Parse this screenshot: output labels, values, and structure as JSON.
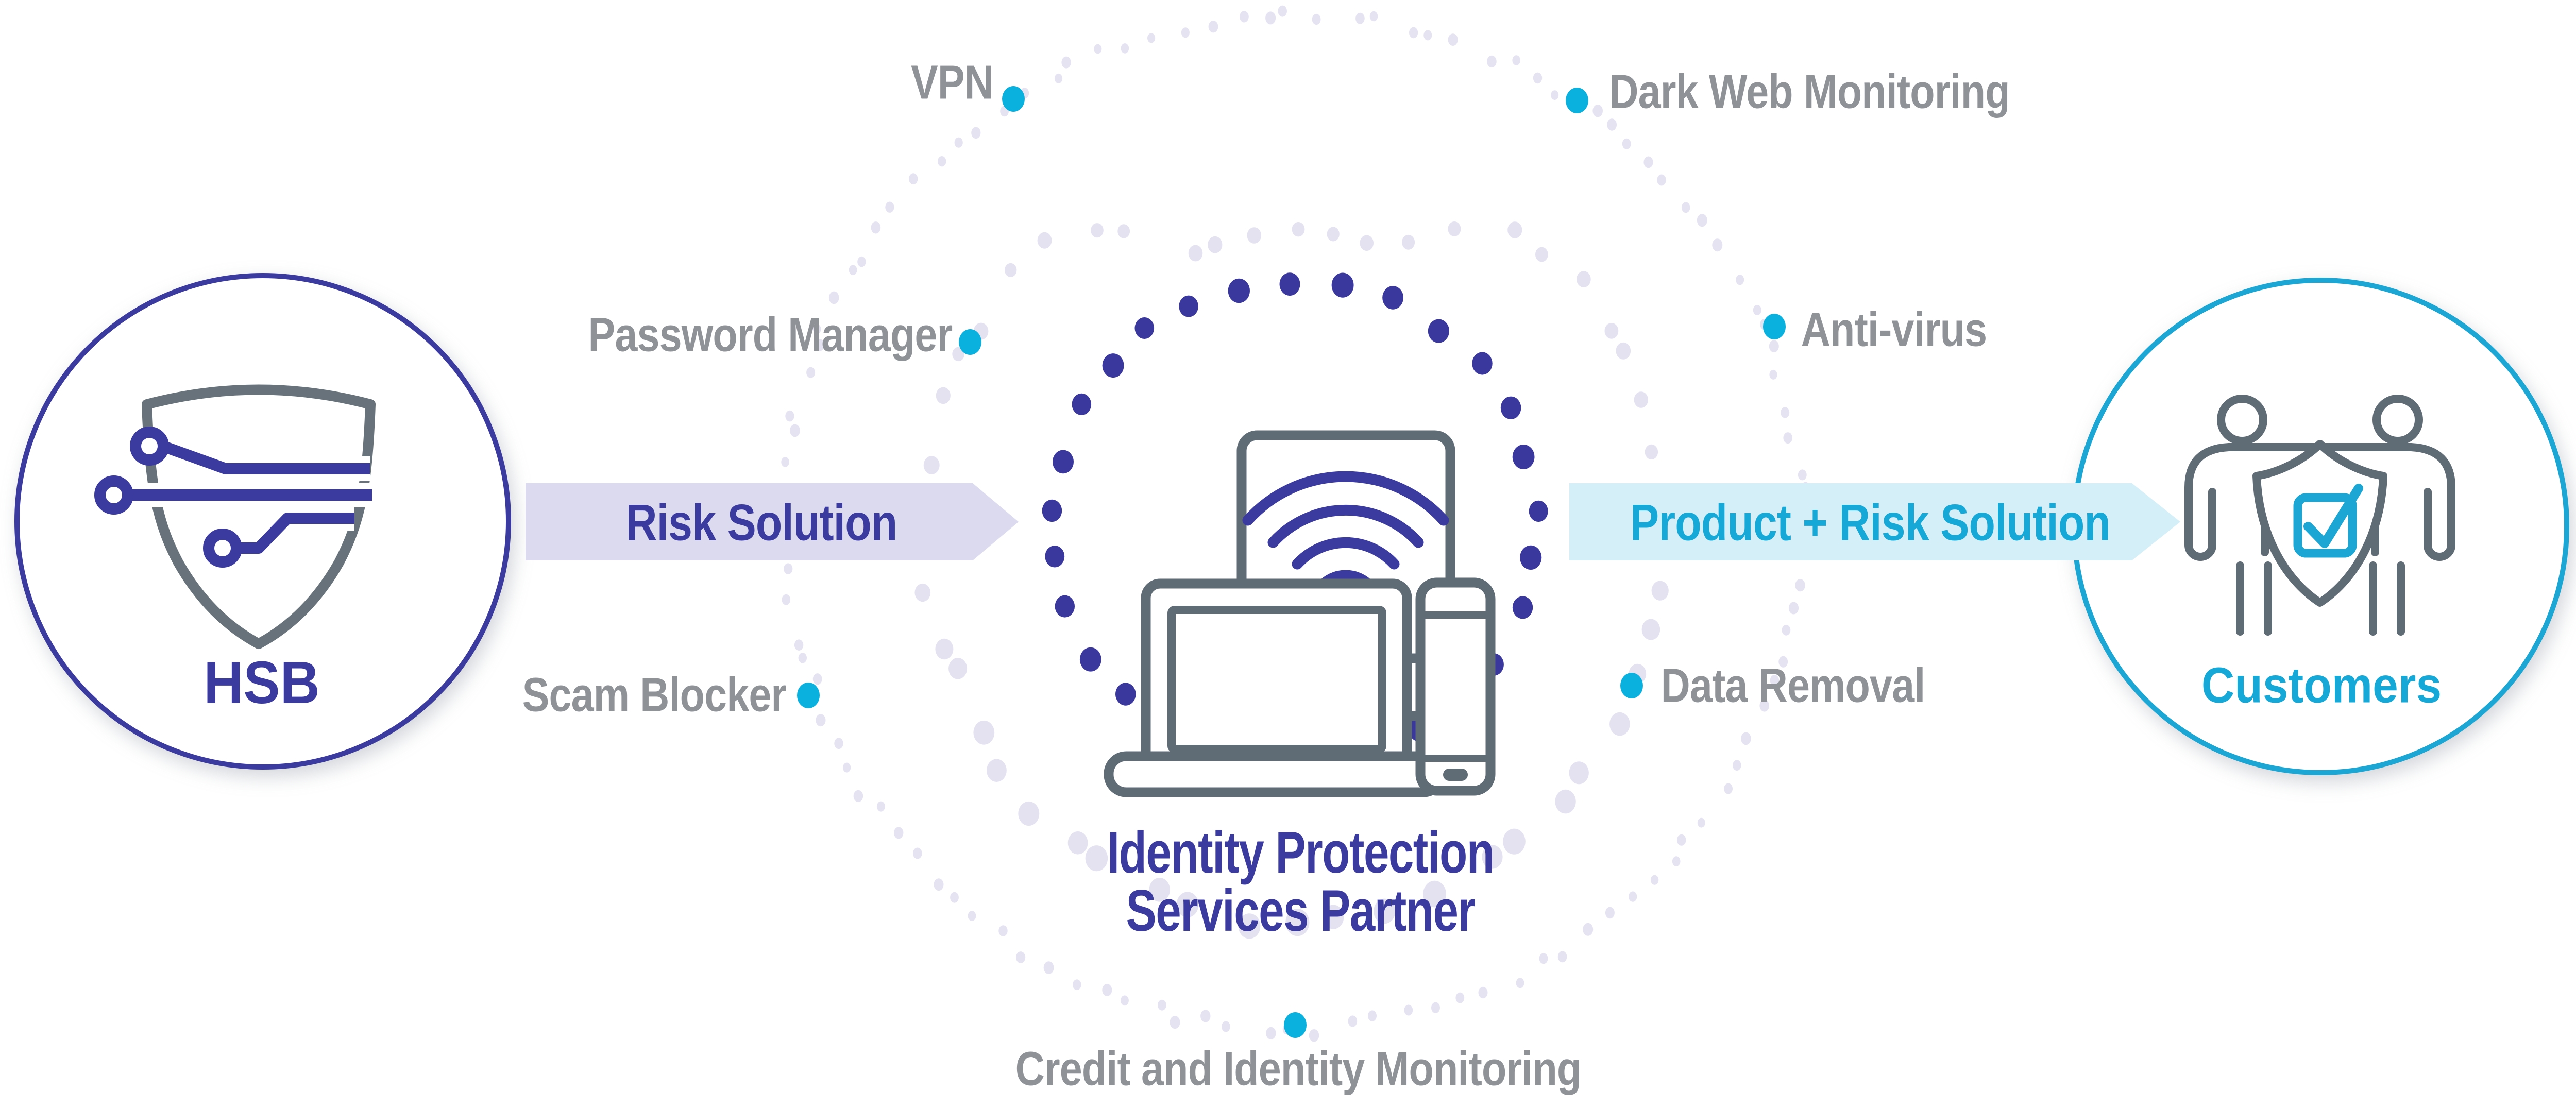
{
  "brand": {
    "hsb_label": "HSB"
  },
  "partner": {
    "line1": "Identity Protection",
    "line2": "Services Partner"
  },
  "customers": {
    "label": "Customers"
  },
  "arrows": {
    "risk_label": "Risk Solution",
    "product_label": "Product + Risk Solution"
  },
  "services": [
    {
      "id": "vpn",
      "label": "VPN"
    },
    {
      "id": "dark-web-monitoring",
      "label": "Dark Web Monitoring"
    },
    {
      "id": "password-manager",
      "label": "Password Manager"
    },
    {
      "id": "anti-virus",
      "label": "Anti-virus"
    },
    {
      "id": "scam-blocker",
      "label": "Scam Blocker"
    },
    {
      "id": "data-removal",
      "label": "Data Removal"
    },
    {
      "id": "credit-identity-monitoring",
      "label": "Credit and Identity Monitoring"
    }
  ],
  "colors": {
    "indigo": "#3b3a9e",
    "indigo_dot": "#3a389d",
    "cyan_text": "#16a8d6",
    "cyan_stroke": "#1ba6d4",
    "cyan_dot": "#0bb1de",
    "gray": "#8f9397",
    "icon_gray": "#5f6b75",
    "shield_gray": "#68727a",
    "arrow_lavender": "#dcdaee",
    "arrow_light_cyan": "#d5eff9",
    "light_dot": "#e4e2f1"
  }
}
